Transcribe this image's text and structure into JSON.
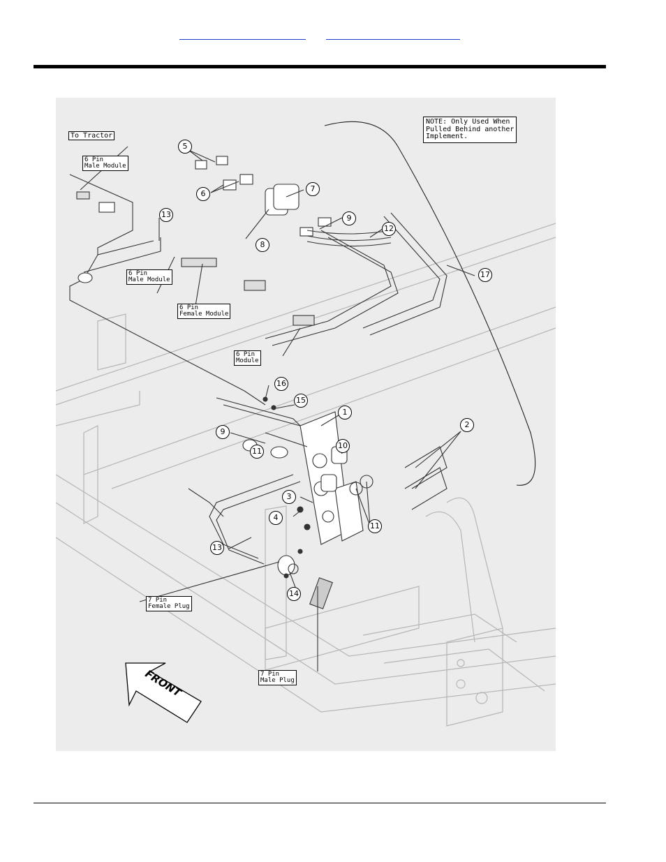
{
  "header_links": [
    "",
    ""
  ],
  "labels": {
    "to_tractor": "To Tractor",
    "six_pin_male_module_top": "6 Pin\nMale Module",
    "six_pin_male_module_mid": "6 Pin\nMale Module",
    "six_pin_female_module": "6 Pin\nFemale Module",
    "six_pin_module": "6 Pin\nModule",
    "seven_pin_female_plug": "7 Pin\nFemale Plug",
    "seven_pin_male_plug": "7 Pin\nMale Plug",
    "front": "FRONT",
    "note": "NOTE: Only Used When\nPulled Behind another\nImplement."
  },
  "callouts": {
    "c1": "1",
    "c2": "2",
    "c3": "3",
    "c4": "4",
    "c5": "5",
    "c6": "6",
    "c7": "7",
    "c8": "8",
    "c9a": "9",
    "c9b": "9",
    "c10": "10",
    "c11a": "11",
    "c11b": "11",
    "c12": "12",
    "c13a": "13",
    "c13b": "13",
    "c14": "14",
    "c15": "15",
    "c16": "16",
    "c17": "17"
  }
}
